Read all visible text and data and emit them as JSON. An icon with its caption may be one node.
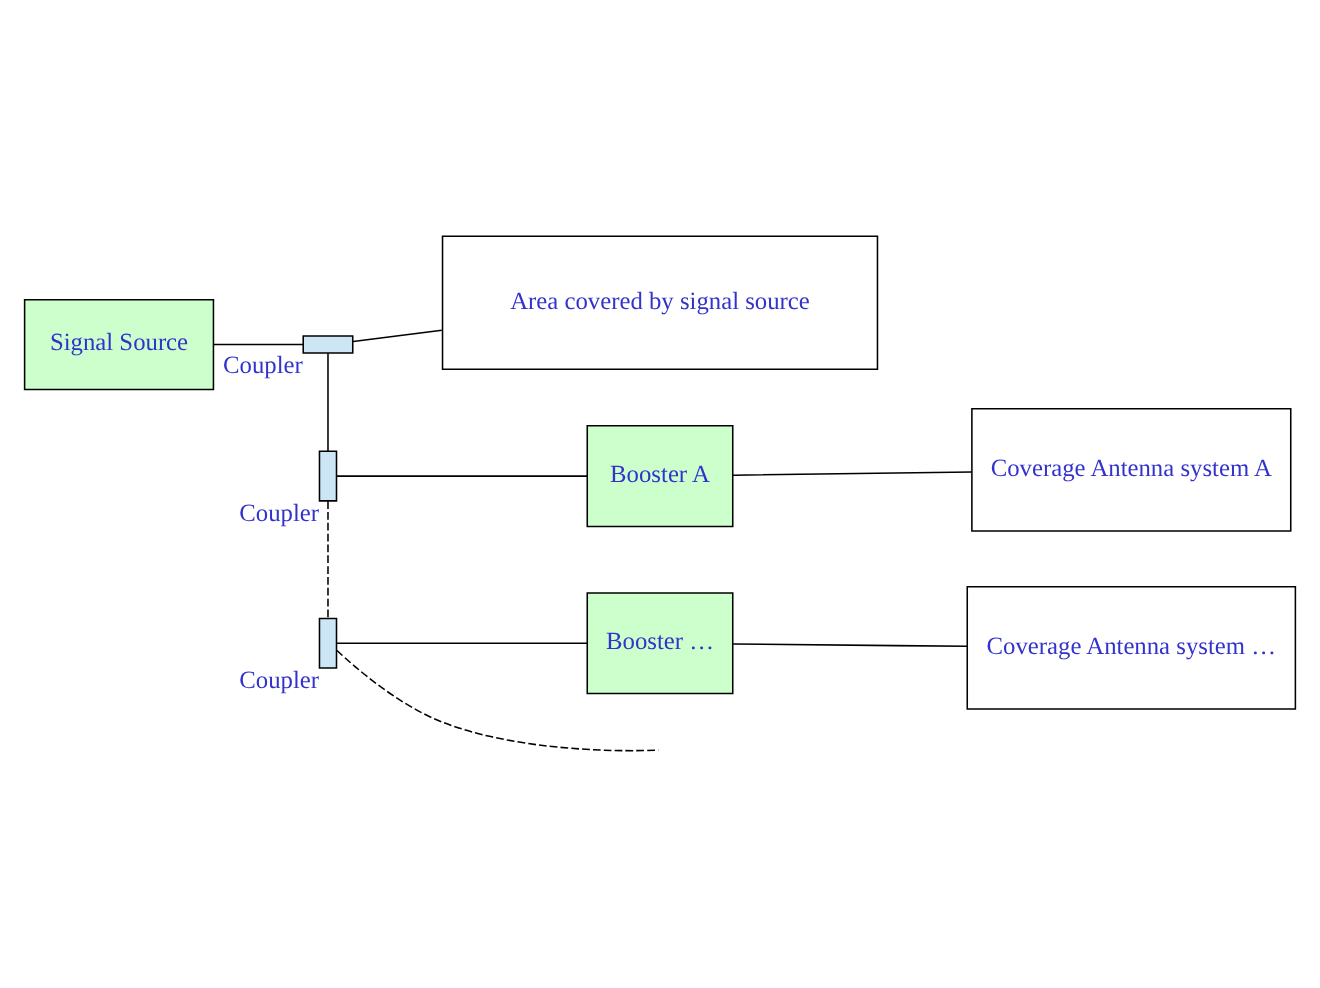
{
  "diagram": {
    "nodes": [
      {
        "text": [],
        "shape": "box",
        "beside": [
          "Coupler"
        ]
      },
      {
        "text": [
          "Booster …"
        ]
      },
      {
        "text": [
          "Coverage Antenna system …"
        ]
      },
      {
        "text": [],
        "shape": "box",
        "beside": [
          "Coupler"
        ]
      },
      {
        "text": [
          "Booster A"
        ]
      },
      {
        "text": [
          "Coverage Antenna system A"
        ]
      },
      {
        "text": [
          "Signal Source"
        ]
      },
      {
        "text": [],
        "shape": "box",
        "beside": [
          "Coupler"
        ]
      },
      {
        "text": [
          "Area covered by signal source"
        ]
      }
    ],
    "edges": [
      {
        "from": 0,
        "to": null,
        "arrow": "none",
        "style": "dashed"
      },
      {
        "from": 3,
        "to": 0,
        "arrow": "none",
        "style": "dashed"
      },
      {
        "from": 0,
        "to": 1,
        "arrow": "none"
      },
      {
        "from": 1,
        "to": 2,
        "arrow": "none"
      },
      {
        "from": 7,
        "to": 3,
        "arrow": "none"
      },
      {
        "from": 3,
        "to": 4,
        "arrow": "none"
      },
      {
        "from": 4,
        "to": 5,
        "arrow": "none"
      },
      {
        "from": 6,
        "to": 7,
        "arrow": "none"
      },
      {
        "from": 7,
        "to": 8,
        "arrow": "none"
      }
    ]
  }
}
